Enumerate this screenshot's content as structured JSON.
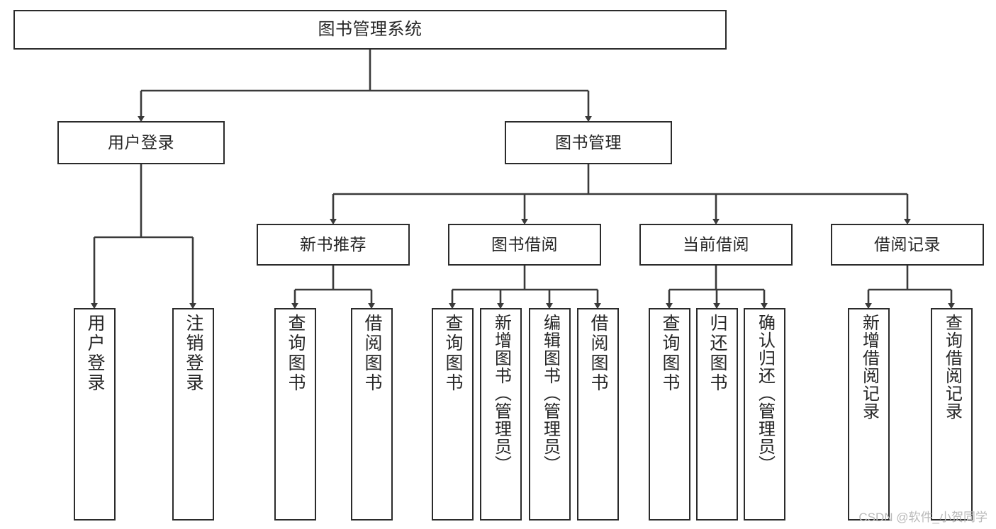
{
  "diagram": {
    "title": "图书管理系统",
    "type": "hierarchy-tree",
    "watermark": "CSDN @软件_小贺同学",
    "colors": {
      "box_border": "#2b2b2b",
      "box_fill": "#ffffff",
      "edge": "#3a3a3a",
      "text": "#262626",
      "watermark": "#b9b9b9"
    },
    "levels": [
      {
        "level": 1,
        "nodes": [
          {
            "id": "root",
            "label": "图书管理系统",
            "orientation": "horizontal"
          }
        ]
      },
      {
        "level": 2,
        "nodes": [
          {
            "id": "user-login",
            "label": "用户登录",
            "orientation": "horizontal"
          },
          {
            "id": "book-manage",
            "label": "图书管理",
            "orientation": "horizontal"
          }
        ]
      },
      {
        "level": 3,
        "nodes": [
          {
            "id": "new-book-rec",
            "label": "新书推荐",
            "orientation": "horizontal"
          },
          {
            "id": "book-borrow",
            "label": "图书借阅",
            "orientation": "horizontal"
          },
          {
            "id": "current-borrow",
            "label": "当前借阅",
            "orientation": "horizontal"
          },
          {
            "id": "borrow-record",
            "label": "借阅记录",
            "orientation": "horizontal"
          }
        ]
      },
      {
        "level": 4,
        "nodes": [
          {
            "id": "leaf-user-login",
            "label": "用户登录",
            "orientation": "vertical",
            "parent": "user-login"
          },
          {
            "id": "leaf-logout",
            "label": "注销登录",
            "orientation": "vertical",
            "parent": "user-login"
          },
          {
            "id": "leaf-query-book-1",
            "label": "查询图书",
            "orientation": "vertical",
            "parent": "new-book-rec"
          },
          {
            "id": "leaf-borrow-book-1",
            "label": "借阅图书",
            "orientation": "vertical",
            "parent": "new-book-rec"
          },
          {
            "id": "leaf-query-book-2",
            "label": "查询图书",
            "orientation": "vertical",
            "parent": "book-borrow"
          },
          {
            "id": "leaf-add-book",
            "label": "新增图书（管理员）",
            "orientation": "vertical",
            "parent": "book-borrow"
          },
          {
            "id": "leaf-edit-book",
            "label": "编辑图书（管理员）",
            "orientation": "vertical",
            "parent": "book-borrow"
          },
          {
            "id": "leaf-borrow-book-2",
            "label": "借阅图书",
            "orientation": "vertical",
            "parent": "book-borrow"
          },
          {
            "id": "leaf-query-book-3",
            "label": "查询图书",
            "orientation": "vertical",
            "parent": "current-borrow"
          },
          {
            "id": "leaf-return-book",
            "label": "归还图书",
            "orientation": "vertical",
            "parent": "current-borrow"
          },
          {
            "id": "leaf-confirm-return",
            "label": "确认归还（管理员）",
            "orientation": "vertical",
            "parent": "current-borrow"
          },
          {
            "id": "leaf-add-record",
            "label": "新增借阅记录",
            "orientation": "vertical",
            "parent": "borrow-record"
          },
          {
            "id": "leaf-query-record",
            "label": "查询借阅记录",
            "orientation": "vertical",
            "parent": "borrow-record"
          }
        ]
      }
    ]
  }
}
